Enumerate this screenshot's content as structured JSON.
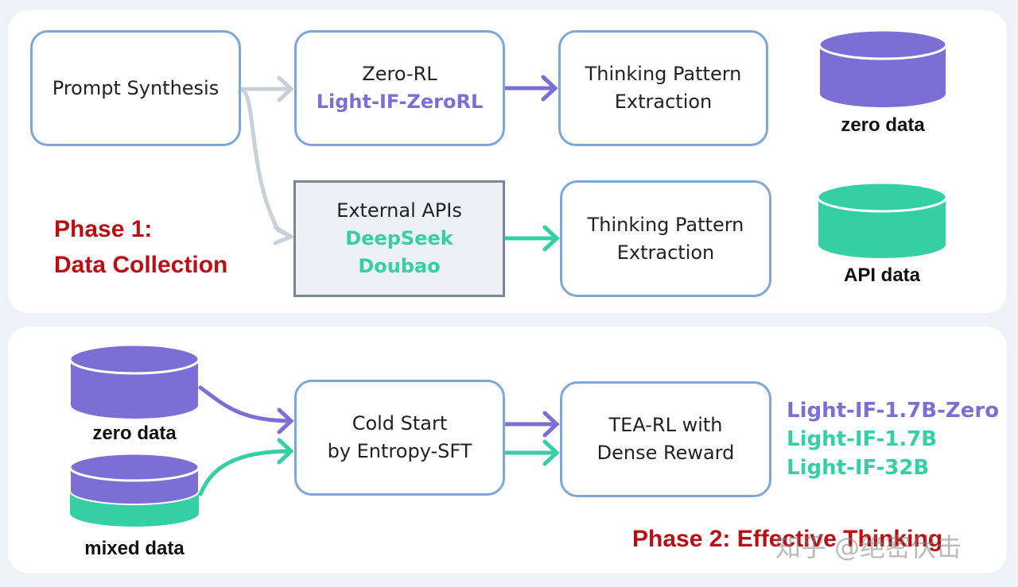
{
  "phase1": {
    "title_line1": "Phase 1:",
    "title_line2": "Data Collection",
    "prompt_box": "Prompt Synthesis",
    "zero_rl_box": {
      "line1": "Zero-RL",
      "line2": "Light-IF-ZeroRL"
    },
    "external_box": {
      "line1": "External APIs",
      "line2": "DeepSeek",
      "line3": "Doubao"
    },
    "extraction_top": {
      "line1": "Thinking Pattern",
      "line2": "Extraction"
    },
    "extraction_bottom": {
      "line1": "Thinking Pattern",
      "line2": "Extraction"
    },
    "zero_data_label": "zero data",
    "api_data_label": "API data"
  },
  "phase2": {
    "title": "Phase 2: Effective Thinking",
    "zero_data_label": "zero data",
    "mixed_data_label": "mixed data",
    "cold_start_box": {
      "line1": "Cold Start",
      "line2": "by Entropy-SFT"
    },
    "tea_rl_box": {
      "line1": "TEA-RL with",
      "line2": "Dense Reward"
    },
    "outputs": [
      "Light-IF-1.7B-Zero",
      "Light-IF-1.7B",
      "Light-IF-32B"
    ]
  },
  "watermark": "知乎 @绝密伏击",
  "colors": {
    "purple": "#7b6fd6",
    "green": "#35cfa6",
    "gray_arrow": "#c8d0d8",
    "box_border": "#7ea7d8",
    "phase_red": "#b80f14"
  }
}
